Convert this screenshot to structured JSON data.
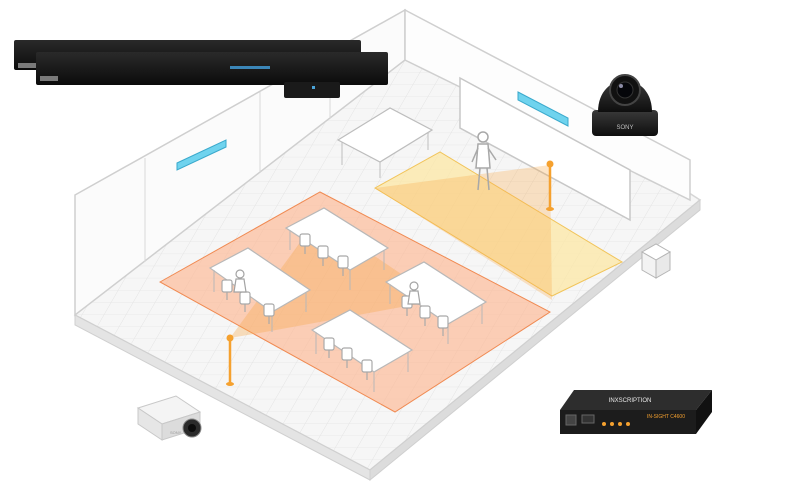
{
  "scene": {
    "ptz_camera_brand": "SONY",
    "processor_brand": "INXSCRIPTION",
    "processor_model": "IN-SIGHT C4600",
    "box_camera_label": "SONY"
  },
  "colors": {
    "zone_orange": "#ffb38a",
    "zone_yellow": "#fde7a0",
    "beam_orange": "#f7a84a",
    "pole": "#f5a12f",
    "light_bar": "#6fd3ee",
    "floor": "#f7f7f7",
    "wall": "#ffffff"
  }
}
